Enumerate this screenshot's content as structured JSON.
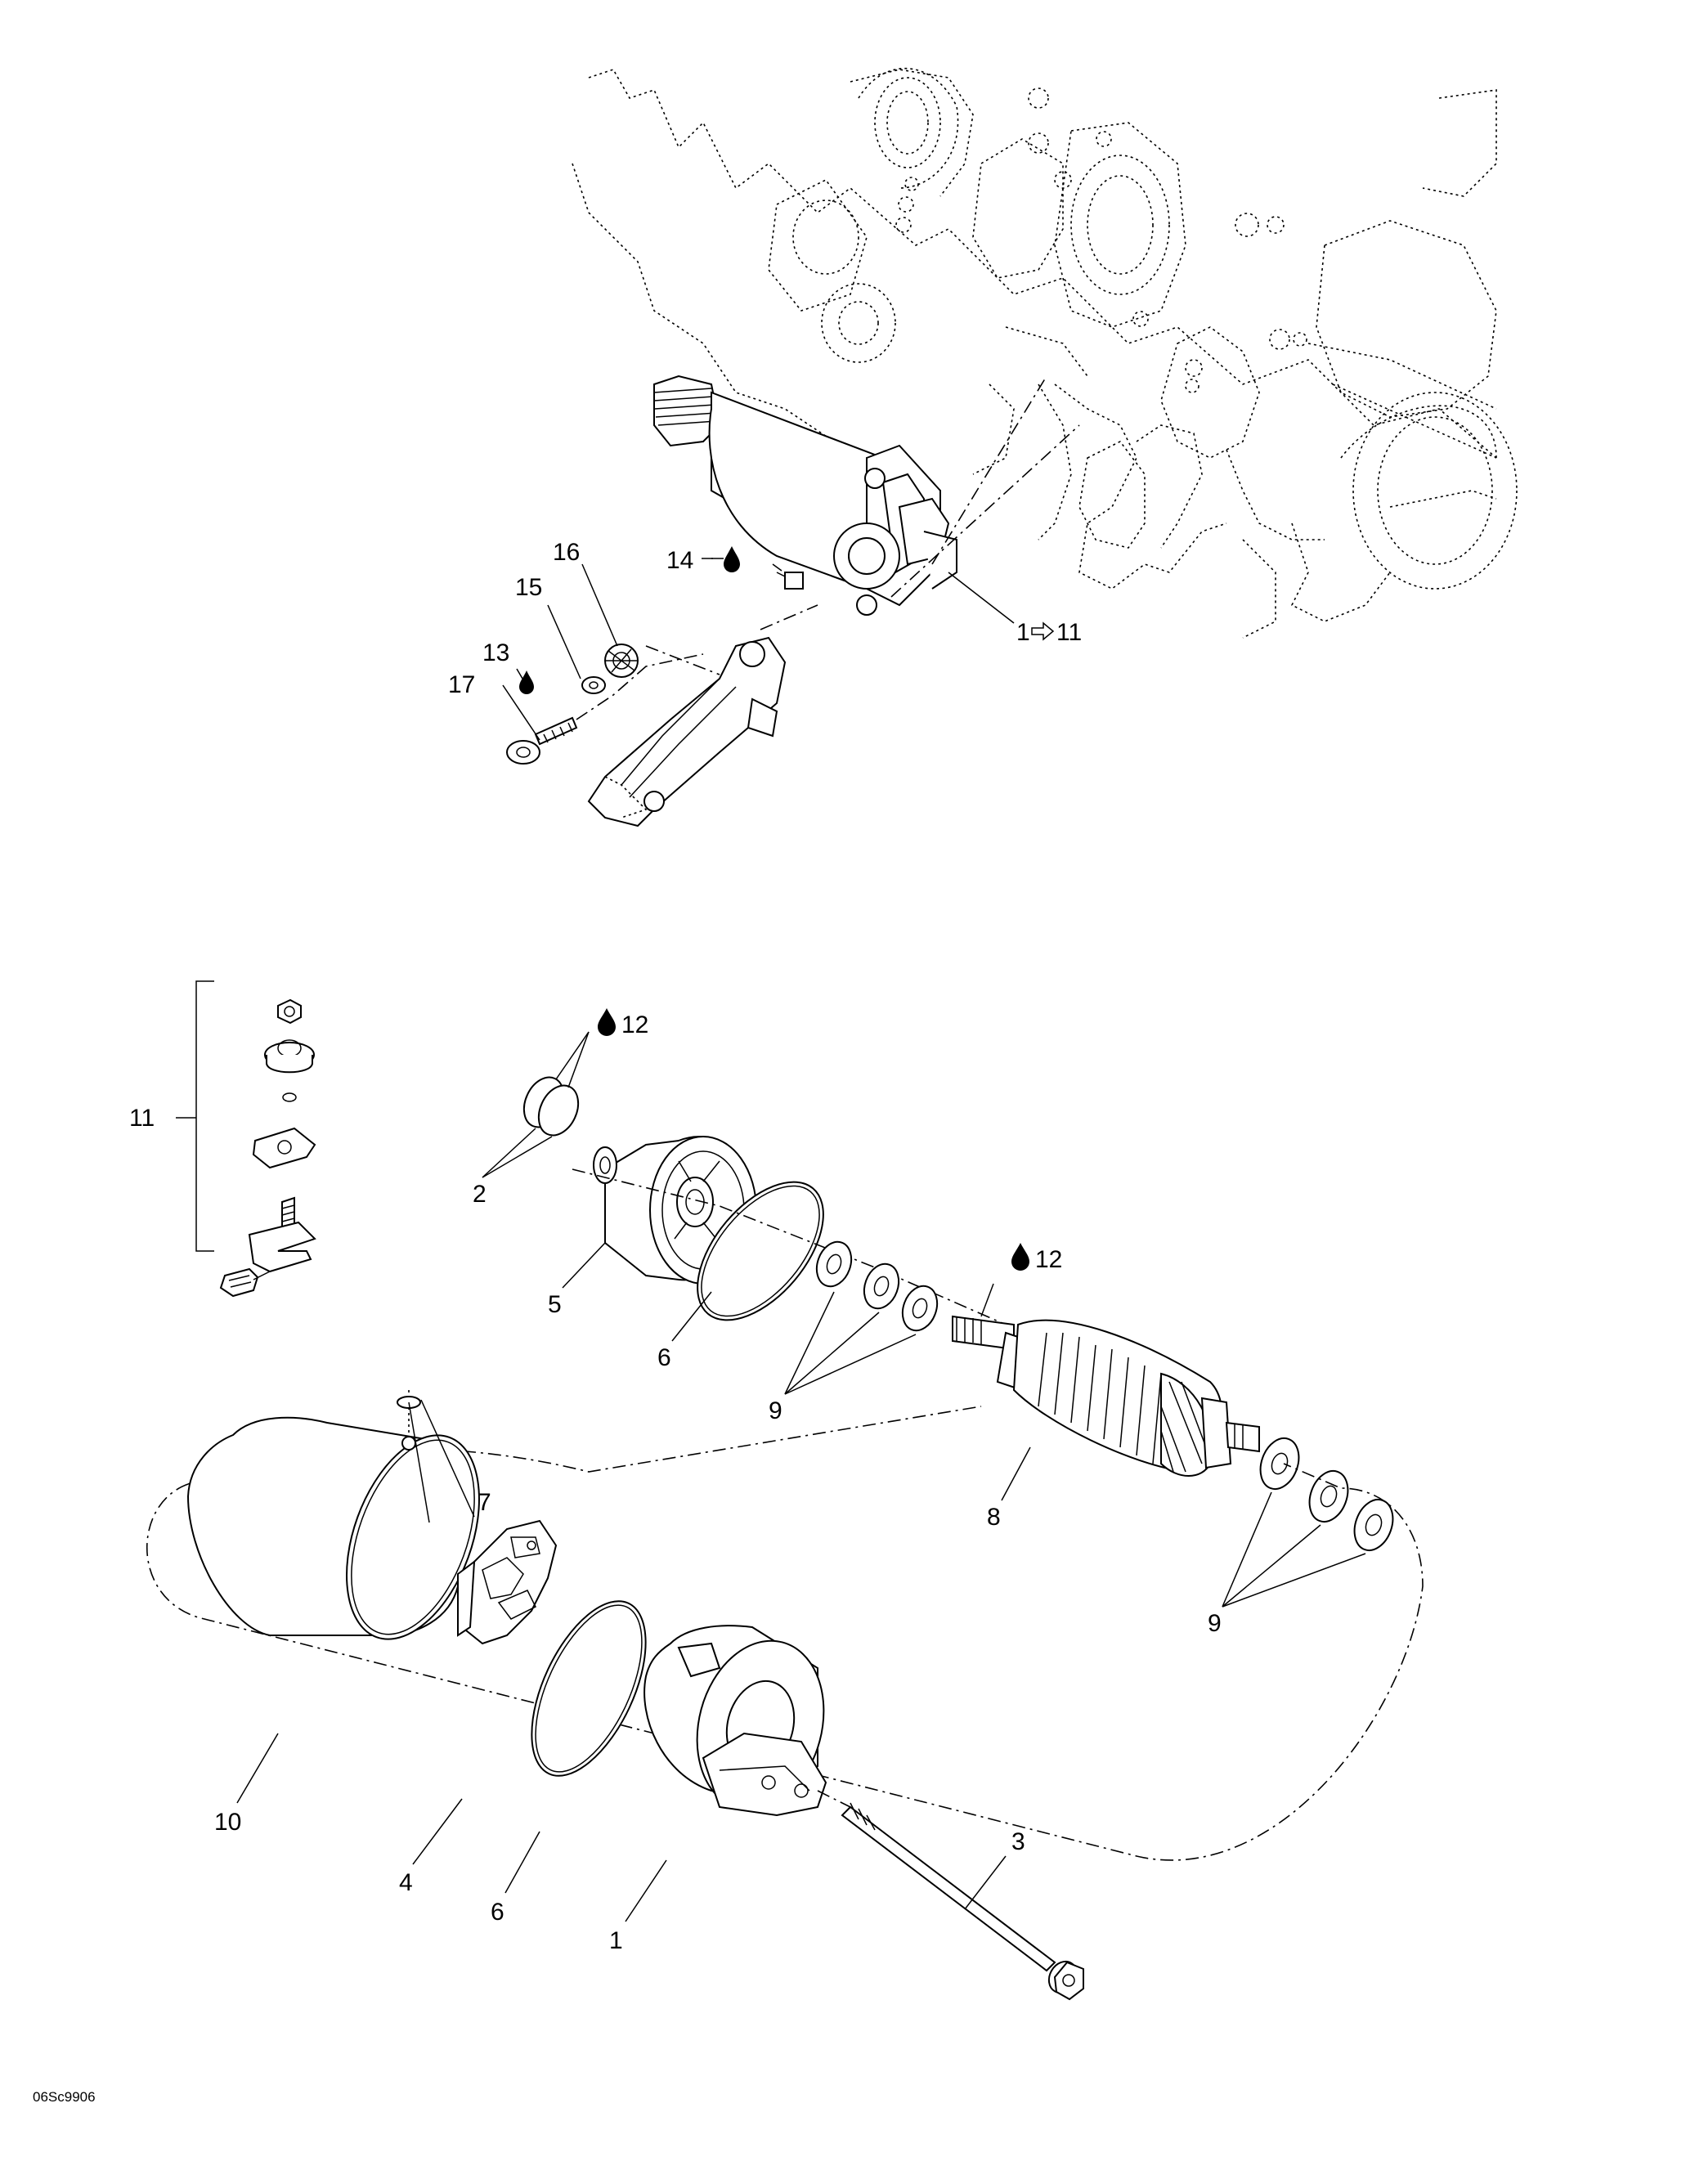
{
  "callouts": {
    "c1_top": "1",
    "c1_range_target": "11",
    "c14": "14",
    "c16": "16",
    "c15": "15",
    "c13": "13",
    "c17": "17",
    "c11": "11",
    "c12_a": "12",
    "c12_b": "12",
    "c2": "2",
    "c5": "5",
    "c6_upper": "6",
    "c9_upper": "9",
    "c8": "8",
    "c9_lower": "9",
    "c7": "7",
    "c10": "10",
    "c4": "4",
    "c6_lower": "6",
    "c1_bottom": "1",
    "c3": "3"
  },
  "drawing_code": "06Sc9906",
  "icons": {
    "lubricant": "oil-drop-icon",
    "range_arrow": "right-outline-arrow-icon"
  }
}
